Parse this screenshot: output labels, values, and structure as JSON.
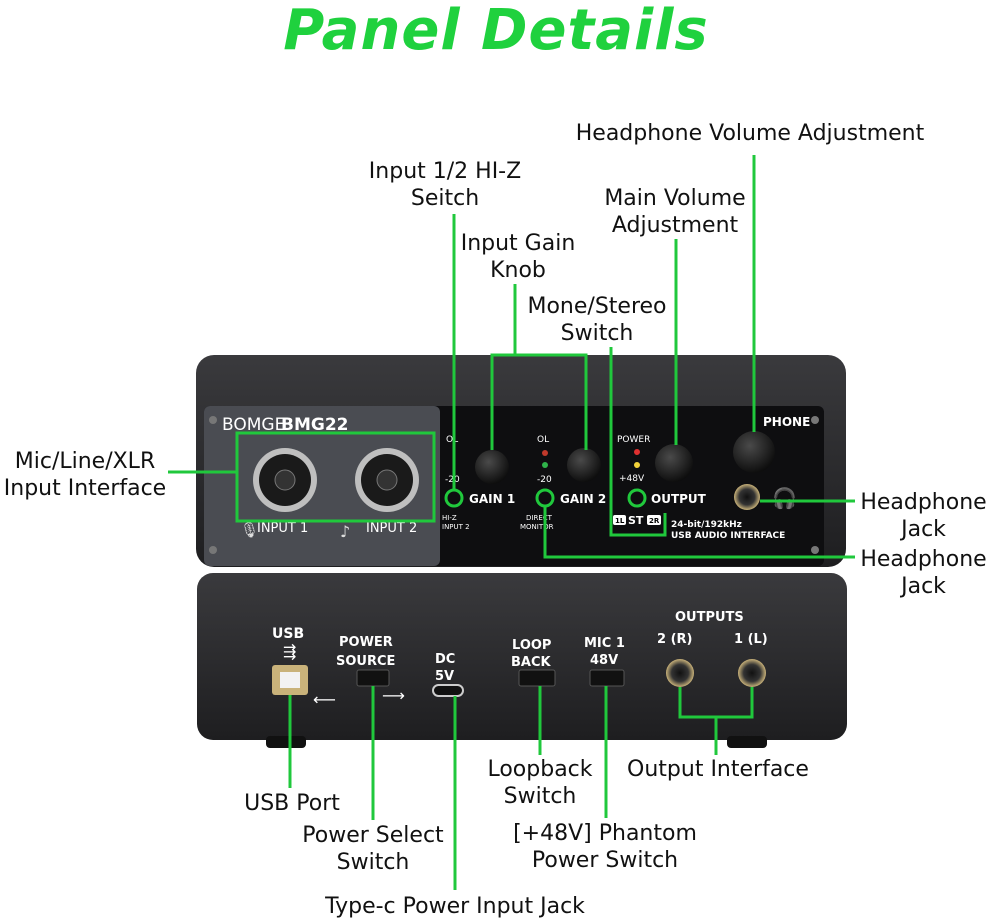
{
  "title": "Panel Details",
  "colors": {
    "accent_green": "#1fd13e",
    "callout_green": "#20c83c",
    "device_body": "#2b2b2d",
    "panel_left": "#4a4c52",
    "panel_black": "#0e0e10"
  },
  "labels": {
    "headphone_volume": "Headphone Volume Adjustment",
    "hiz_switch": [
      "Input 1/2 HI-Z",
      "Seitch"
    ],
    "main_volume": [
      "Main Volume",
      "Adjustment"
    ],
    "input_gain": [
      "Input Gain",
      "Knob"
    ],
    "mono_stereo": [
      "Mone/Stereo",
      "Switch"
    ],
    "mic_line_xlr": [
      "Mic/Line/XLR",
      "Input Interface"
    ],
    "headphone_jack_1": [
      "Headphone",
      "Jack"
    ],
    "headphone_jack_2": [
      "Headphone",
      "Jack"
    ],
    "usb_port": "USB Port",
    "power_select": [
      "Power Select",
      "Switch"
    ],
    "type_c": "Type-c Power Input Jack",
    "loopback": [
      "Loopback",
      "Switch"
    ],
    "phantom": [
      "[+48V] Phantom",
      "Power Switch"
    ],
    "output_interface": "Output Interface"
  },
  "front_panel": {
    "brand": "BOMGE",
    "model": "BMG22",
    "input1": "INPUT 1",
    "input2": "INPUT 2",
    "ol": "OL",
    "minus20": "-20",
    "gain1": "GAIN 1",
    "gain2": "GAIN 2",
    "hiz": [
      "HI-Z",
      "INPUT 2"
    ],
    "direct_monitor": [
      "DIRECT",
      "MONITOR"
    ],
    "power": "POWER",
    "plus48v": "+48V",
    "output": "OUTPUT",
    "phone": "PHONE",
    "st_1l": "1L",
    "st_mid": "ST",
    "st_2r": "2R",
    "spec": "24-bit/192kHz",
    "usb_audio": "USB AUDIO INTERFACE"
  },
  "rear_panel": {
    "usb": "USB",
    "power_source": [
      "POWER",
      "SOURCE"
    ],
    "dc": [
      "DC",
      "5V"
    ],
    "loop_back": [
      "LOOP",
      "BACK"
    ],
    "mic1_48v": [
      "MIC 1",
      "48V"
    ],
    "outputs": "OUTPUTS",
    "out_2r": "2 (R)",
    "out_1l": "1 (L)"
  }
}
